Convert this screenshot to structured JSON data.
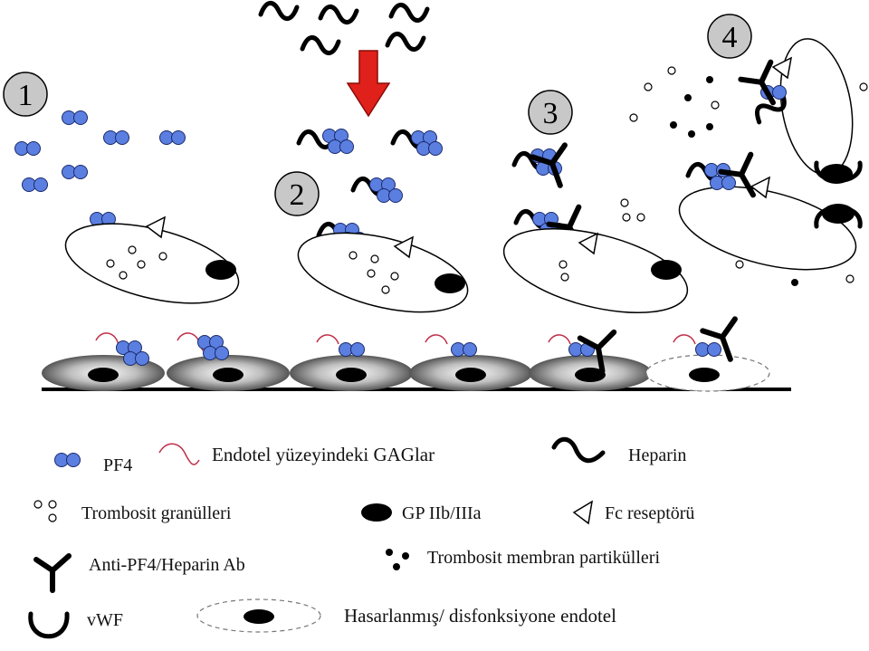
{
  "steps": [
    "1",
    "2",
    "3",
    "4"
  ],
  "legend": {
    "pf4": "PF4",
    "gag": "Endotel yüzeyindeki GAGlar",
    "heparin": "Heparin",
    "granules": "Trombosit granülleri",
    "gp": "GP IIb/IIIa",
    "fc": "Fc reseptörü",
    "antibody": "Anti-PF4/Heparin Ab",
    "particles": "Trombosit membran partikülleri",
    "vwf": "vWF",
    "damaged": "Hasarlanmış/ disfonksiyone endotel"
  },
  "colors": {
    "pf4_fill": "#5b7fe0",
    "pf4_stroke": "#1a2a6c",
    "gag_stroke": "#c0304a",
    "arrow": "#e0201a",
    "step_badge": "#c8c8c8",
    "endothelium_center": "#ffffff",
    "endothelium_edge": "#555555"
  },
  "icons": [
    "pf4-dimer-icon",
    "gag-strand-icon",
    "heparin-icon",
    "granule-icon",
    "gp-iib-iiia-icon",
    "fc-receptor-icon",
    "antibody-icon",
    "membrane-particle-icon",
    "vwf-icon",
    "damaged-endothelium-icon",
    "red-down-arrow-icon"
  ]
}
